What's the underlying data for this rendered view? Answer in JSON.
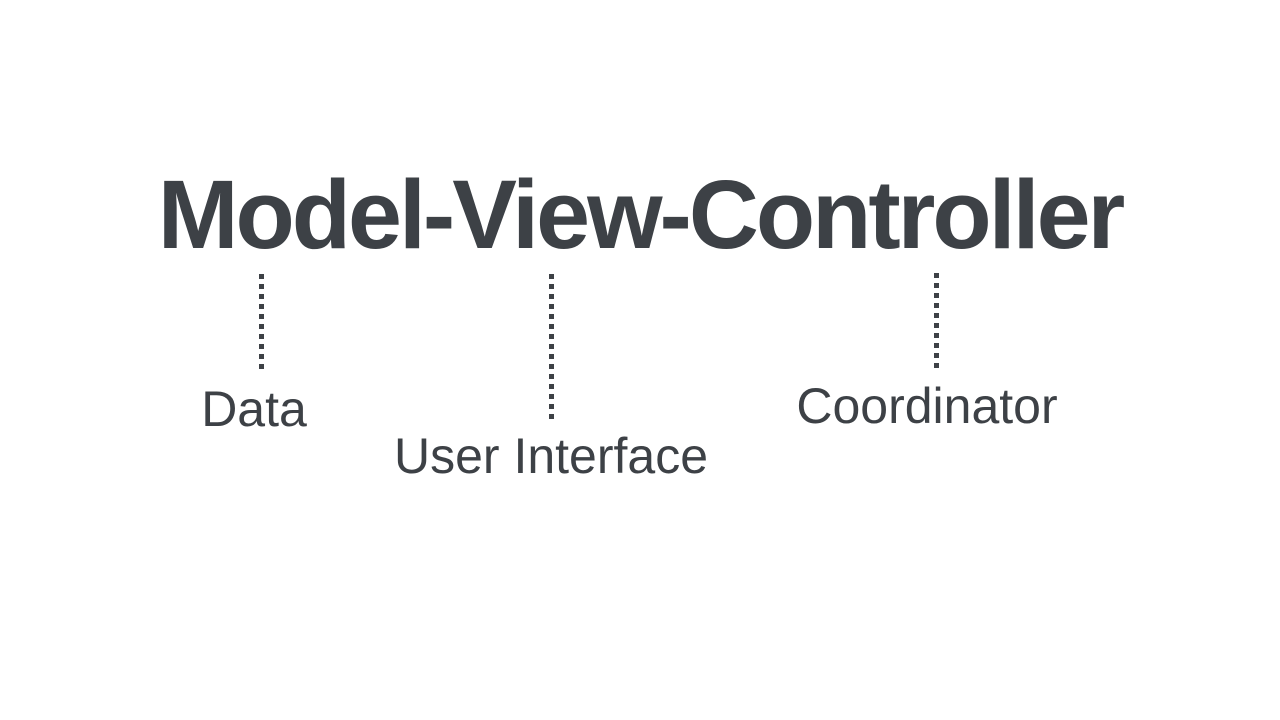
{
  "slide": {
    "background_color": "#ffffff",
    "ink_color": "#3d4146"
  },
  "title": {
    "text": "Model-View-Controller"
  },
  "annotations": [
    {
      "term": "Model",
      "label": "Data",
      "connector": "vertical-dotted-line"
    },
    {
      "term": "View",
      "label": "User Interface",
      "connector": "vertical-dotted-line"
    },
    {
      "term": "Controller",
      "label": "Coordinator",
      "connector": "vertical-dotted-line"
    }
  ]
}
